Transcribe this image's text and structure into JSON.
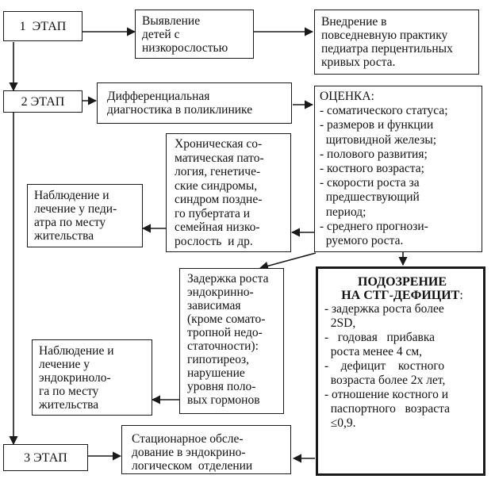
{
  "stages": {
    "stage1": "1  ЭТАП",
    "stage2": "2 ЭТАП",
    "stage3": "3 ЭТАП"
  },
  "boxes": {
    "detection": "Выявление\nдетей с\nнизкорослостью",
    "implementation": "Внедрение в\nповседневную практику\nпедиатра перцентильных\nкривых роста.",
    "differential": "Дифференциальная\nдиагностика в поликлинике",
    "assessment": "ОЦЕНКА:\n- соматического статуса;\n- размеров и функции\n  щитовидной железы;\n- полового развития;\n- костного возраста;\n- скорости роста за\n  предшествующий\n  период;\n- среднего прогнози-\n  руемого роста.",
    "chronic": "Хроническая со-\nматическая пато-\nлогия, генетиче-\nские синдромы,\nсиндром поздне-\nго пубертата и\nсемейная низко-\nрослость  и др.",
    "pediatrician": "Наблюдение и\nлечение у педи-\nатра по месту\nжительства",
    "endocrine_delay": "Задержка роста\nэндокринно-\nзависимая\n(кроме сомато-\nтропной недо-\nстаточности):\nгипотиреоз,\nнарушение\nуровня поло-\nвых гормонов",
    "endocrinologist": "Наблюдение и\nлечение у\nэндокриноло-\nга по месту\nжительства",
    "inpatient": "Стационарное обсле-\nдование в эндокрино-\nлогическом  отделении",
    "suspicion_title": "ПОДОЗРЕНИЕ\nНА СТГ-ДЕФИЦИТ",
    "suspicion_colon": ":",
    "suspicion_body": "- задержка роста более\n  2SD,\n-   годовая   прибавка\n  роста менее 4 см,\n-    дефицит    костного\n  возраста более 2х лет,\n- отношение костного и\n  паспортного   возраста\n  ≤0,9."
  },
  "colors": {
    "line": "#1a1a1a",
    "background": "#ffffff"
  }
}
